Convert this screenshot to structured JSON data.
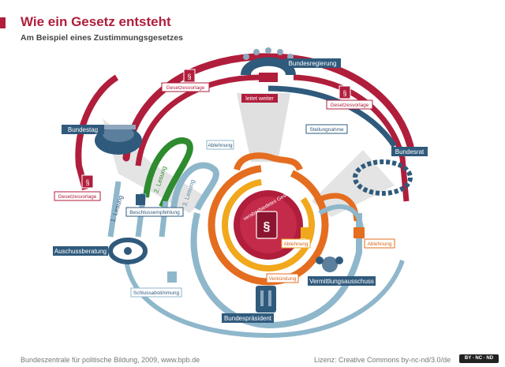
{
  "header": {
    "title": "Wie ein Gesetz entsteht",
    "subtitle": "Am Beispiel eines Zustimmungsgesetzes"
  },
  "footer": {
    "source": "Bundeszentrale für politische Bildung, 2009, www.bpb.de",
    "license": "Lizenz: Creative Commons by-nc-nd/3.0/de",
    "cc_badge": "BY · NC · ND"
  },
  "institutions": {
    "bundesregierung": "Bundesregierung",
    "bundestag": "Bundestag",
    "bundesrat": "Bundesrat",
    "ausschussberatung": "Auschussberatung",
    "vermittlungsausschuss": "Vermittlungsausschuss",
    "bundespraesident": "Bundespräsident"
  },
  "steps": {
    "gesetzesvorlage_1": "Gesetzesvorlage",
    "gesetzesvorlage_2": "Gesetzesvorlage",
    "gesetzesvorlage_3": "Gesetzesvorlage",
    "leitet_weiter": "leitet weiter",
    "stellungnahme": "Stellungnahme",
    "beschlussempfehlung": "Beschlussempfehlung",
    "schlussabstimmung": "Schlussabstimmung",
    "ablehnung_1": "Ablehnung",
    "ablehnung_2": "Ablehnung",
    "ablehnung_3": "Ablehnung",
    "verkuendung": "Verkündung",
    "center": "verabschiedetes Gesetz"
  },
  "readings": {
    "lesung_1": "1. Lesung",
    "lesung_2": "2. Lesung",
    "lesung_3": "3. Lesung"
  },
  "colors": {
    "red": "#b01e3c",
    "dark_blue": "#2f5a7c",
    "light_blue": "#8fb7cb",
    "green": "#2e8b2f",
    "orange": "#e46d1f",
    "yellow": "#f1a81c",
    "grey_shadow": "#d9d9d9"
  }
}
